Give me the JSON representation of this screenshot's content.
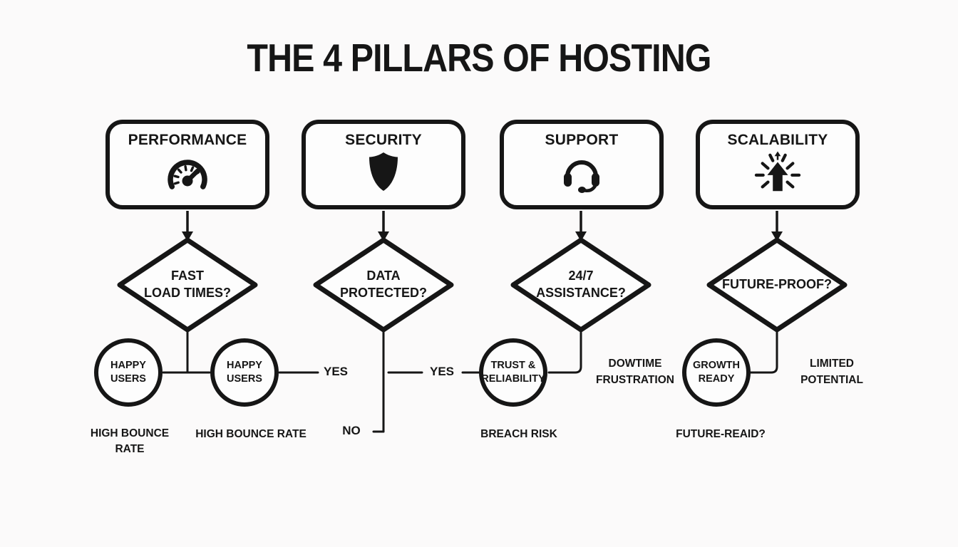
{
  "title": "THE 4 PILLARS OF HOSTING",
  "colors": {
    "ink": "#161616",
    "background": "#fbfafa",
    "surface": "#fdfdfd"
  },
  "pillars": [
    {
      "label": "PERFORMANCE",
      "icon": "speedometer-icon",
      "question": [
        "FAST",
        "LOAD TIMES?"
      ]
    },
    {
      "label": "SECURITY",
      "icon": "shield-icon",
      "question": [
        "DATA",
        "PROTECTED?"
      ]
    },
    {
      "label": "SUPPORT",
      "icon": "headset-icon",
      "question": [
        "24/7",
        "ASSISTANCE?"
      ]
    },
    {
      "label": "SCALABILITY",
      "icon": "burst-arrow-up-icon",
      "question": [
        "FUTURE-PROOF?"
      ]
    }
  ],
  "branches": {
    "yes_performance": "YES",
    "yes_security": "YES",
    "no_security": "NO"
  },
  "outcome_circles": [
    {
      "lines": [
        "HAPPY",
        "USERS"
      ]
    },
    {
      "lines": [
        "HAPPY",
        "USERS"
      ]
    },
    {
      "lines": [
        "TRUST &",
        "RELIABILITY"
      ]
    },
    {
      "lines": [
        "GROWTH",
        "READY"
      ]
    }
  ],
  "side_labels": [
    {
      "lines": [
        "DOWTIME",
        "FRUSTRATION"
      ]
    },
    {
      "lines": [
        "LIMITED",
        "POTENTIAL"
      ]
    }
  ],
  "bottom_labels": [
    {
      "lines": [
        "HIGH BOUNCE",
        "RATE"
      ]
    },
    {
      "lines": [
        "HIGH BOUNCE RATE"
      ]
    },
    {
      "lines": [
        "BREACH RISK"
      ]
    },
    {
      "lines": [
        "FUTURE-REAID?"
      ]
    }
  ]
}
